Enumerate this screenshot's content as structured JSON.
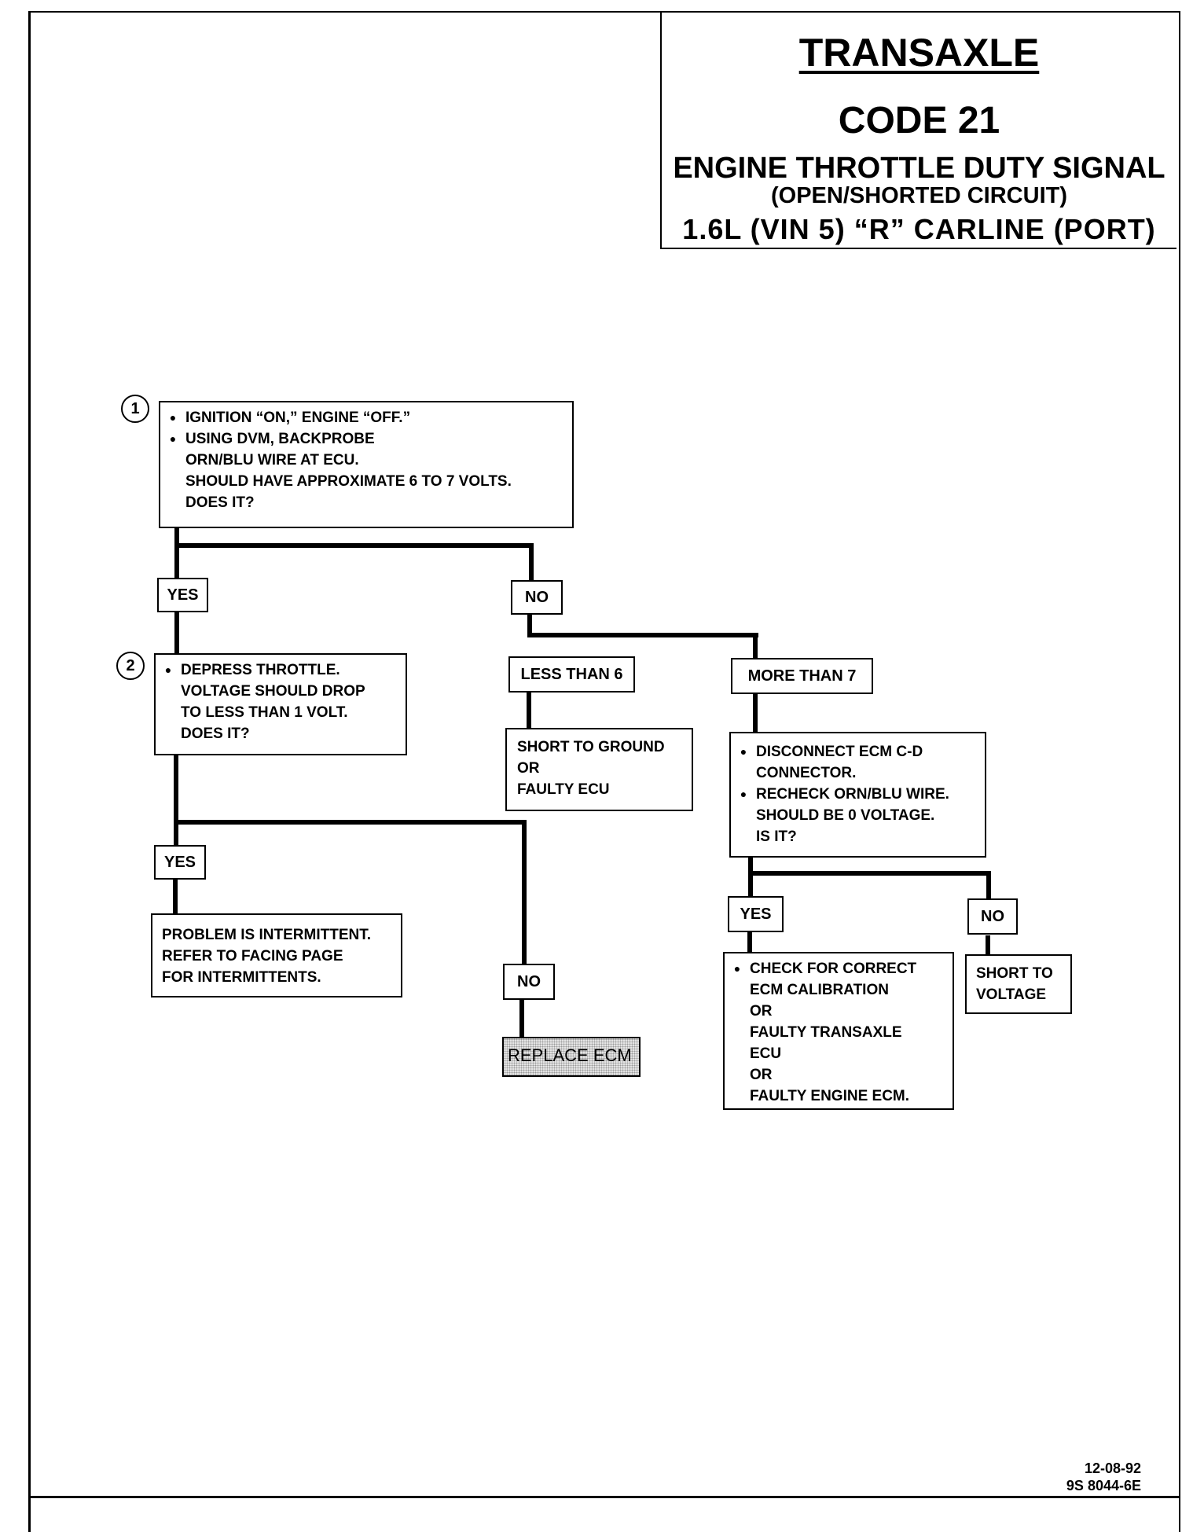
{
  "header": {
    "title": "TRANSAXLE",
    "code": "CODE 21",
    "subject": "ENGINE THROTTLE DUTY SIGNAL",
    "condition": "(OPEN/SHORTED CIRCUIT)",
    "application": "1.6L (VIN 5) “R” CARLINE (PORT)"
  },
  "steps": {
    "step1": {
      "number": "1",
      "bullet1": "IGNITION “ON,” ENGINE “OFF.”",
      "bullet2": "USING DVM, BACKPROBE",
      "line3": "ORN/BLU WIRE AT ECU.",
      "line4": "SHOULD HAVE APPROXIMATE 6 TO 7 VOLTS.",
      "line5": "DOES IT?"
    },
    "step2": {
      "number": "2",
      "bullet1": "DEPRESS THROTTLE.",
      "line2": "VOLTAGE SHOULD DROP",
      "line3": "TO LESS THAN 1 VOLT.",
      "line4": "DOES IT?"
    }
  },
  "labels": {
    "yes1": "YES",
    "no1": "NO",
    "less_than_6": "LESS THAN 6",
    "more_than_7": "MORE THAN 7",
    "yes2": "YES",
    "no2": "NO",
    "yes3": "YES",
    "no3": "NO"
  },
  "results": {
    "short_ground": [
      "SHORT TO GROUND",
      "OR",
      "FAULTY ECU"
    ],
    "disconnect": {
      "bullet1": "DISCONNECT ECM C-D",
      "line2": "CONNECTOR.",
      "bullet2": "RECHECK ORN/BLU WIRE.",
      "line4": "SHOULD BE 0 VOLTAGE.",
      "line5": "IS IT?"
    },
    "intermittent": [
      "PROBLEM IS INTERMITTENT.",
      "REFER TO FACING PAGE",
      "FOR INTERMITTENTS."
    ],
    "replace_ecm": "REPLACE ECM",
    "check_calibration": {
      "bullet1": "CHECK FOR CORRECT",
      "lines": [
        "ECM CALIBRATION",
        "OR",
        "FAULTY TRANSAXLE",
        "ECU",
        "OR",
        "FAULTY ENGINE ECM."
      ]
    },
    "short_voltage": [
      "SHORT TO",
      "VOLTAGE"
    ]
  },
  "bullet_glyph": "●",
  "footer": {
    "date": "12-08-92",
    "doc_number": "9S 8044-6E"
  }
}
